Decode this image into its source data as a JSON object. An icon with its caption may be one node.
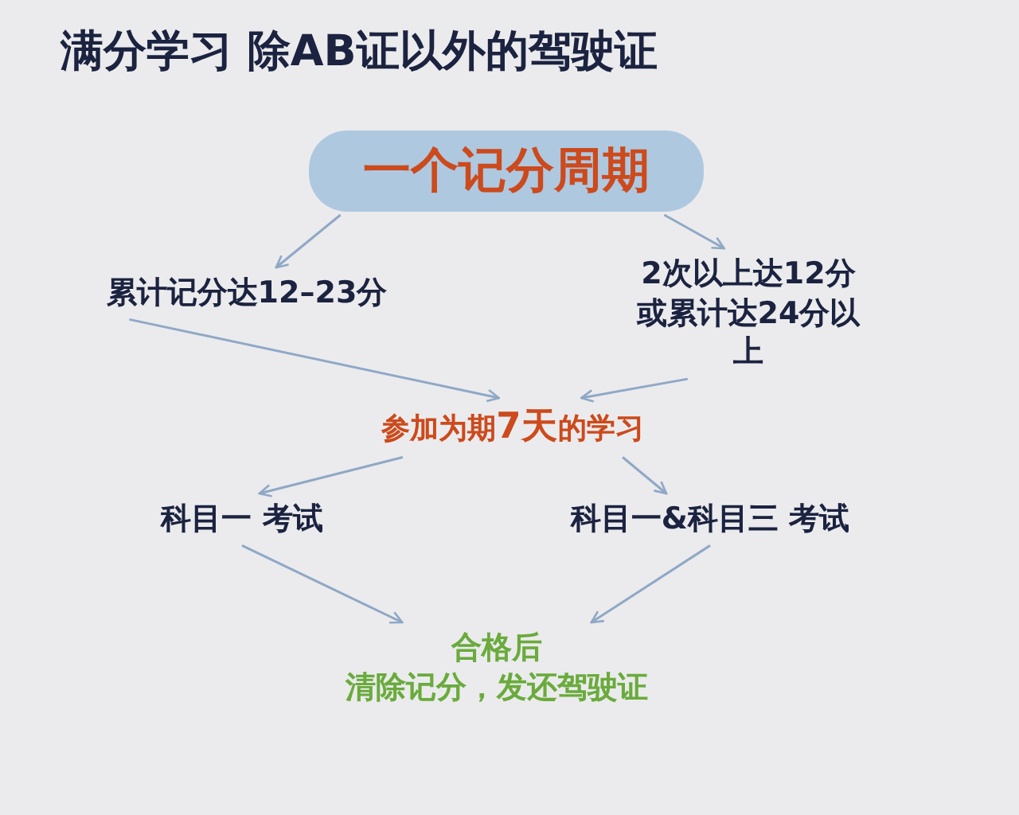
{
  "diagram": {
    "title": "满分学习 除AB证以外的驾驶证",
    "nodes": [
      {
        "text": [
          "一个记分周期"
        ]
      },
      {
        "text": [
          "累计记分达12–23分"
        ]
      },
      {
        "text": [
          "2次以上达12分或累计达24分以上"
        ]
      },
      {
        "text": [
          "参加为期**7天**的学习"
        ]
      },
      {
        "text": [
          "科目一 考试"
        ]
      },
      {
        "text": [
          "科目一&科目三 考试"
        ]
      },
      {
        "text": [
          "合格后",
          "清除记分，发还驾驶证"
        ]
      }
    ],
    "edges": [
      {
        "from": 0,
        "to": 1,
        "arrow": "to"
      },
      {
        "from": 0,
        "to": 2,
        "arrow": "to"
      },
      {
        "from": 1,
        "to": 3,
        "arrow": "to"
      },
      {
        "from": 2,
        "to": 3,
        "arrow": "to"
      },
      {
        "from": 3,
        "to": 4,
        "arrow": "to"
      },
      {
        "from": 3,
        "to": 5,
        "arrow": "to"
      },
      {
        "from": 4,
        "to": 6,
        "arrow": "to"
      },
      {
        "from": 5,
        "to": 6,
        "arrow": "to"
      }
    ]
  }
}
